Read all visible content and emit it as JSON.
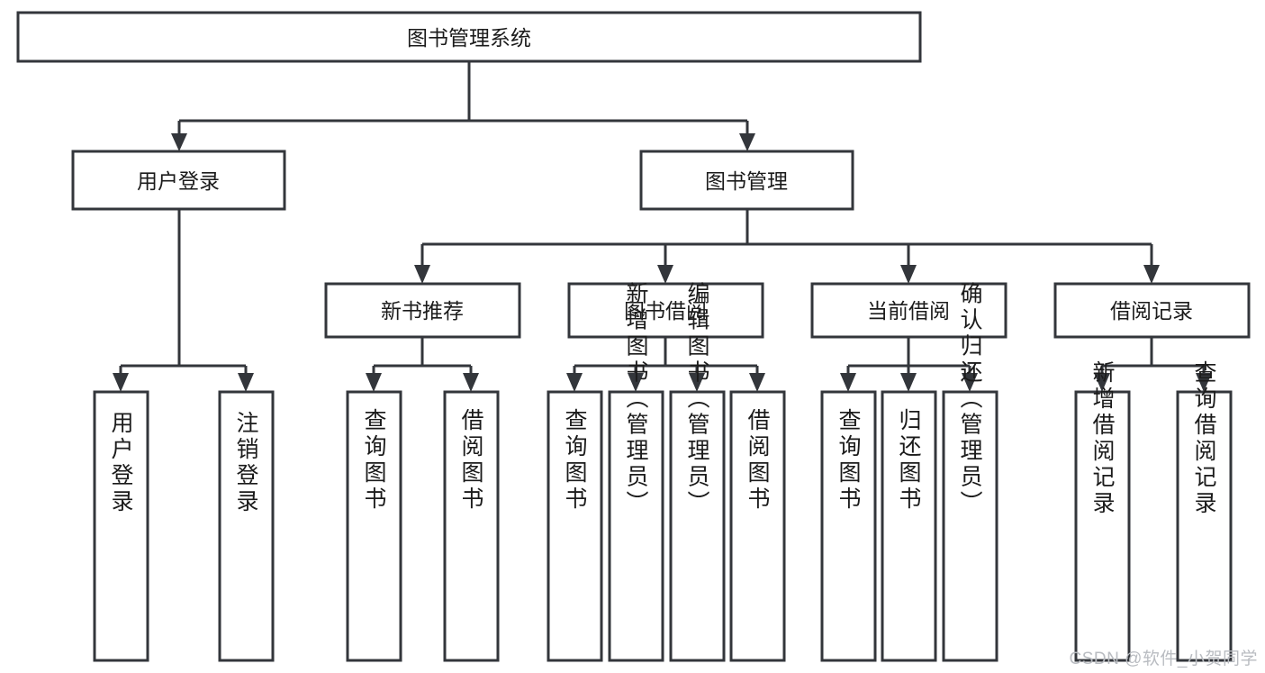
{
  "diagram": {
    "title": "图书管理系统",
    "type": "tree-hierarchy",
    "root": {
      "id": "root",
      "label": "图书管理系统"
    },
    "level2": [
      {
        "id": "user-login",
        "label": "用户登录"
      },
      {
        "id": "book-manage",
        "label": "图书管理"
      }
    ],
    "level3": [
      {
        "id": "new-book-rec",
        "label": "新书推荐",
        "parent": "book-manage"
      },
      {
        "id": "book-borrow",
        "label": "图书借阅",
        "parent": "book-manage"
      },
      {
        "id": "current-borrow",
        "label": "当前借阅",
        "parent": "book-manage"
      },
      {
        "id": "borrow-record",
        "label": "借阅记录",
        "parent": "book-manage"
      }
    ],
    "leaves": {
      "user_login": [
        {
          "id": "leaf-user-login",
          "label": "用户登录"
        },
        {
          "id": "leaf-user-logout",
          "label": "注销登录"
        }
      ],
      "new_book_rec": [
        {
          "id": "leaf-query-book-1",
          "label": "查询图书"
        },
        {
          "id": "leaf-borrow-book-1",
          "label": "借阅图书"
        }
      ],
      "book_borrow": [
        {
          "id": "leaf-query-book-2",
          "label": "查询图书"
        },
        {
          "id": "leaf-add-book",
          "label": "新增图书（管理员）"
        },
        {
          "id": "leaf-edit-book",
          "label": "编辑图书（管理员）"
        },
        {
          "id": "leaf-borrow-book-2",
          "label": "借阅图书"
        }
      ],
      "current_borrow": [
        {
          "id": "leaf-query-book-3",
          "label": "查询图书"
        },
        {
          "id": "leaf-return-book",
          "label": "归还图书"
        },
        {
          "id": "leaf-confirm-return",
          "label": "确认归还（管理员）"
        }
      ],
      "borrow_record": [
        {
          "id": "leaf-add-record",
          "label": "新增借阅记录"
        },
        {
          "id": "leaf-query-record",
          "label": "查询借阅记录"
        }
      ]
    },
    "colors": {
      "stroke": "#33363b",
      "fill": "#ffffff",
      "text": "#1b1b1b",
      "watermark": "#b9bcc1",
      "background": "#ffffff"
    }
  },
  "watermark": {
    "text": "CSDN @软件_小贺同学"
  }
}
